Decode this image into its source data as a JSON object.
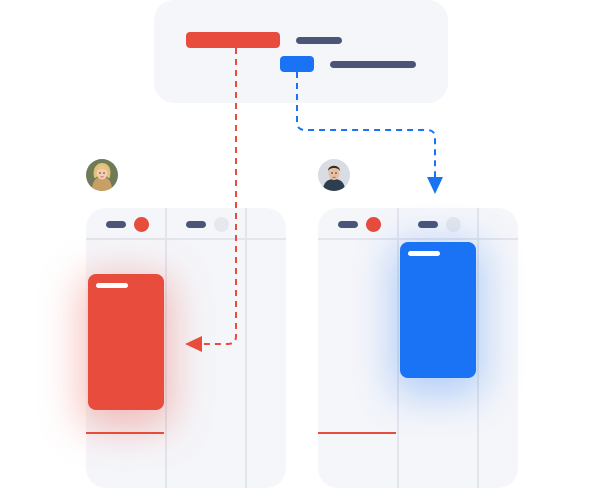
{
  "colors": {
    "accent_red": "#e74c3c",
    "accent_blue": "#1a73f5",
    "placeholder": "#4b5578",
    "panel_bg": "#f5f6fa",
    "grid_line": "#e3e5ec"
  },
  "source": {
    "tasks": [
      {
        "color": "red",
        "shape": "rounded-bar"
      },
      {
        "color": "blue",
        "shape": "small-rounded-bar"
      }
    ]
  },
  "assignees": [
    {
      "name": "",
      "avatar": "woman-with-blonde-hair-avatar"
    },
    {
      "name": "",
      "avatar": "man-with-dark-hair-avatar"
    }
  ],
  "calendars": [
    {
      "header_dots": [
        "active-red",
        "inactive-grey"
      ],
      "scheduled_block_color": "red"
    },
    {
      "header_dots": [
        "active-red",
        "inactive-grey"
      ],
      "scheduled_block_color": "blue"
    }
  ],
  "connectors": [
    {
      "from": "red-task",
      "to": "left-calendar",
      "style": "dashed",
      "color": "red"
    },
    {
      "from": "blue-task",
      "to": "right-calendar",
      "style": "dashed",
      "color": "blue"
    }
  ]
}
